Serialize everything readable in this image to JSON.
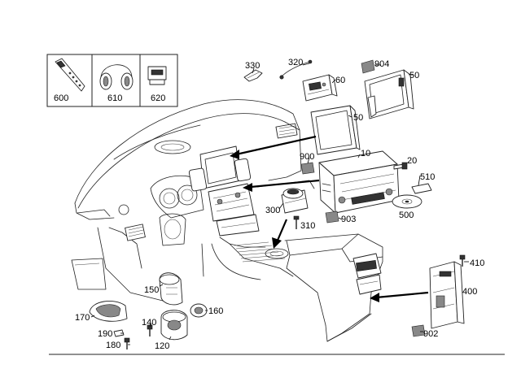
{
  "diagram": {
    "inset_labels": [
      "600",
      "610",
      "620"
    ],
    "part_labels": {
      "p330": "330",
      "p320": "320",
      "p904": "904",
      "p60": "60",
      "p50a": "50",
      "p50b": "50",
      "p10": "10",
      "p900": "900",
      "p20": "20",
      "p510": "510",
      "p300": "300",
      "p310": "310",
      "p903": "903",
      "p500": "500",
      "p410": "410",
      "p400": "400",
      "p902": "902",
      "p150": "150",
      "p160": "160",
      "p170": "170",
      "p140": "140",
      "p190": "190",
      "p180": "180",
      "p120": "120"
    }
  }
}
